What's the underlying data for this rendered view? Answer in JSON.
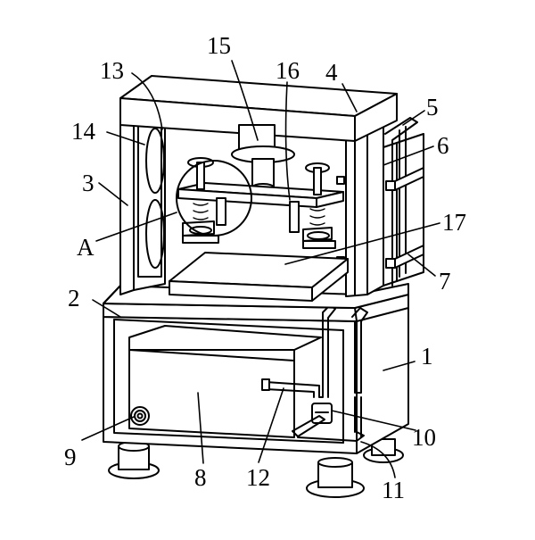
{
  "labels": {
    "l1": "1",
    "l2": "2",
    "l3": "3",
    "l4": "4",
    "l5": "5",
    "l6": "6",
    "l7": "7",
    "l8": "8",
    "l9": "9",
    "l10": "10",
    "l11": "11",
    "l12": "12",
    "l13": "13",
    "l14": "14",
    "l15": "15",
    "l16": "16",
    "l17": "17",
    "lA": "A"
  }
}
